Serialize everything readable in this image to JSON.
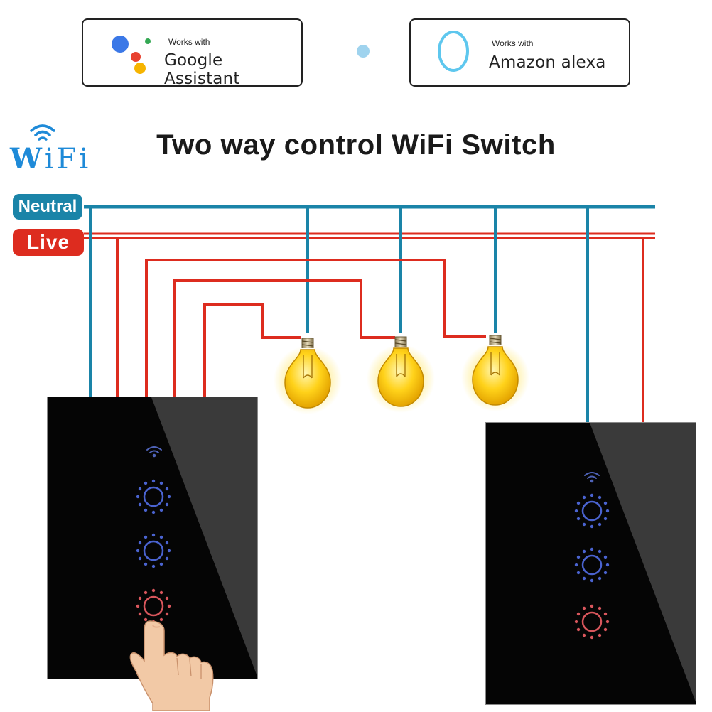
{
  "badges": {
    "google": {
      "small": "Works with",
      "big": "Google Assistant"
    },
    "alexa": {
      "small": "Works with",
      "big": "Amazon alexa"
    }
  },
  "title": "Two way control WiFi Switch",
  "wifi_logo": {
    "prefix": "W",
    "rest": "iFi"
  },
  "labels": {
    "neutral": "Neutral",
    "live": "Live"
  },
  "colors": {
    "neutral": "#1a84a8",
    "live": "#dd2c1f",
    "wifi_blue": "#1e8ad8",
    "button_blue": "#3b58c9",
    "button_pink": "#d9565c",
    "bulb_yellow": "#ffd21a"
  },
  "icons": [
    "google-assistant-dots-icon",
    "alexa-ring-icon",
    "wifi-icon",
    "light-bulb-icon",
    "touch-button-icon",
    "finger-pointer-icon"
  ]
}
